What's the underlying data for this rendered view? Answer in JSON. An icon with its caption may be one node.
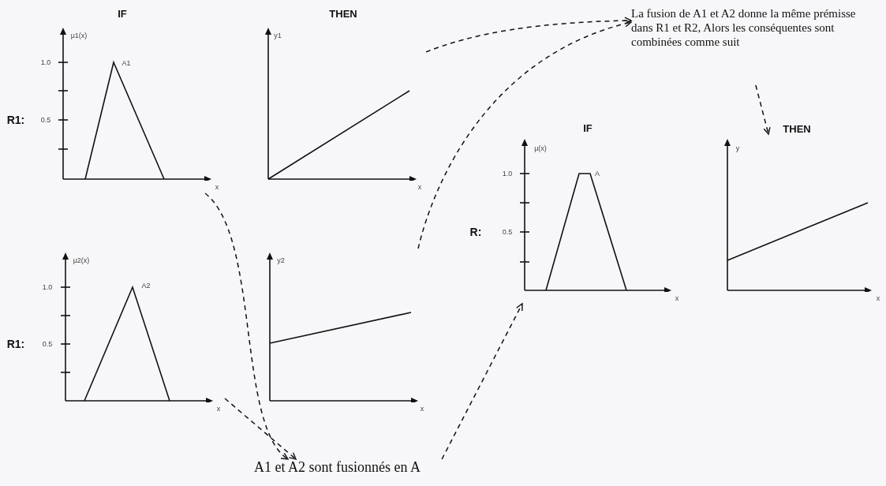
{
  "diagram": {
    "nodes": [
      {
        "text": [
          "μ1(x)",
          "1.0",
          "A1",
          "0.5",
          "x"
        ]
      },
      {
        "text": [
          "y1",
          "x"
        ]
      },
      {
        "text": [
          "La fusion de A1 et A2 donne la même prémisse dans R1 et R2, Alors les conséquentes sont combinées comme suit"
        ]
      },
      {
        "text": [
          "μ(x)",
          "1.0",
          "A",
          "0.5",
          "x"
        ]
      },
      {
        "text": [
          "y",
          "x"
        ]
      },
      {
        "text": [
          "μ2(x)",
          "1.0",
          "A2",
          "0.5",
          "x"
        ]
      },
      {
        "text": [
          "y2",
          "x"
        ]
      },
      {
        "text": [
          "A1 et A2 sont fusionnés en A"
        ]
      }
    ],
    "edges": [
      {
        "from": 0,
        "to": 7,
        "arrow": "to",
        "style": "dashed"
      },
      {
        "from": 5,
        "to": 7,
        "arrow": "to",
        "style": "dashed"
      },
      {
        "from": 7,
        "to": 3,
        "arrow": "to",
        "style": "dashed"
      },
      {
        "from": 1,
        "to": 2,
        "arrow": "to",
        "style": "dashed"
      },
      {
        "from": 6,
        "to": 2,
        "arrow": "to",
        "style": "dashed"
      },
      {
        "from": 2,
        "to": 4,
        "arrow": "to",
        "style": "dashed"
      }
    ],
    "labels": [
      "IF",
      "THEN",
      "R1:",
      "IF",
      "THEN",
      "R:",
      "R1:"
    ]
  }
}
